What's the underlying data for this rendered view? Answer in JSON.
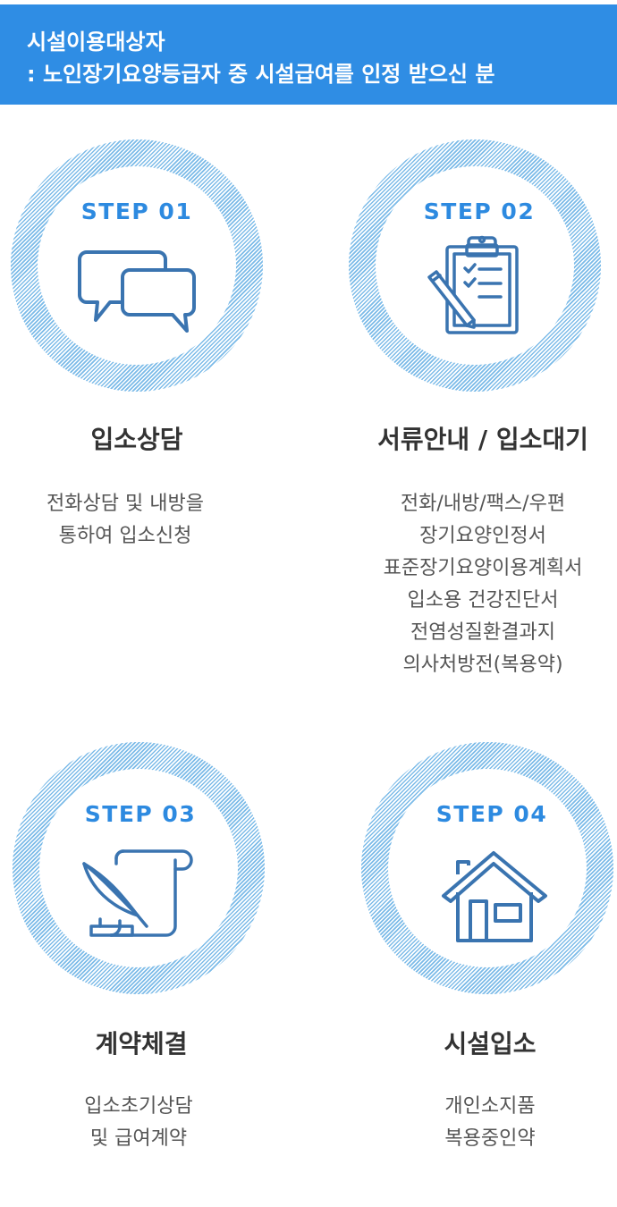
{
  "banner": {
    "line1": "시설이용대상자",
    "line2": ": 노인장기요양등급자 중 시설급여를 인정 받으신 분"
  },
  "steps": [
    {
      "label": "STEP 01",
      "icon": "speech-bubbles-icon",
      "title": "입소상담",
      "desc": [
        "전화상담 및 내방을",
        "통하여 입소신청"
      ]
    },
    {
      "label": "STEP 02",
      "icon": "clipboard-pen-icon",
      "title": "서류안내 / 입소대기",
      "desc": [
        "전화/내방/팩스/우편",
        "장기요양인정서",
        "표준장기요양이용계획서",
        "입소용 건강진단서",
        "전염성질환결과지",
        "의사처방전(복용약)"
      ]
    },
    {
      "label": "STEP 03",
      "icon": "quill-scroll-icon",
      "title": "계약체결",
      "desc": [
        "입소초기상담",
        "및 급여계약"
      ]
    },
    {
      "label": "STEP 04",
      "icon": "house-icon",
      "title": "시설입소",
      "desc": [
        "개인소지품",
        "복용중인약"
      ]
    }
  ],
  "colors": {
    "banner": "#2f8de4",
    "accent": "#2d8ae0",
    "ring": "#7cbbe8",
    "icon": "#3a74b0"
  }
}
